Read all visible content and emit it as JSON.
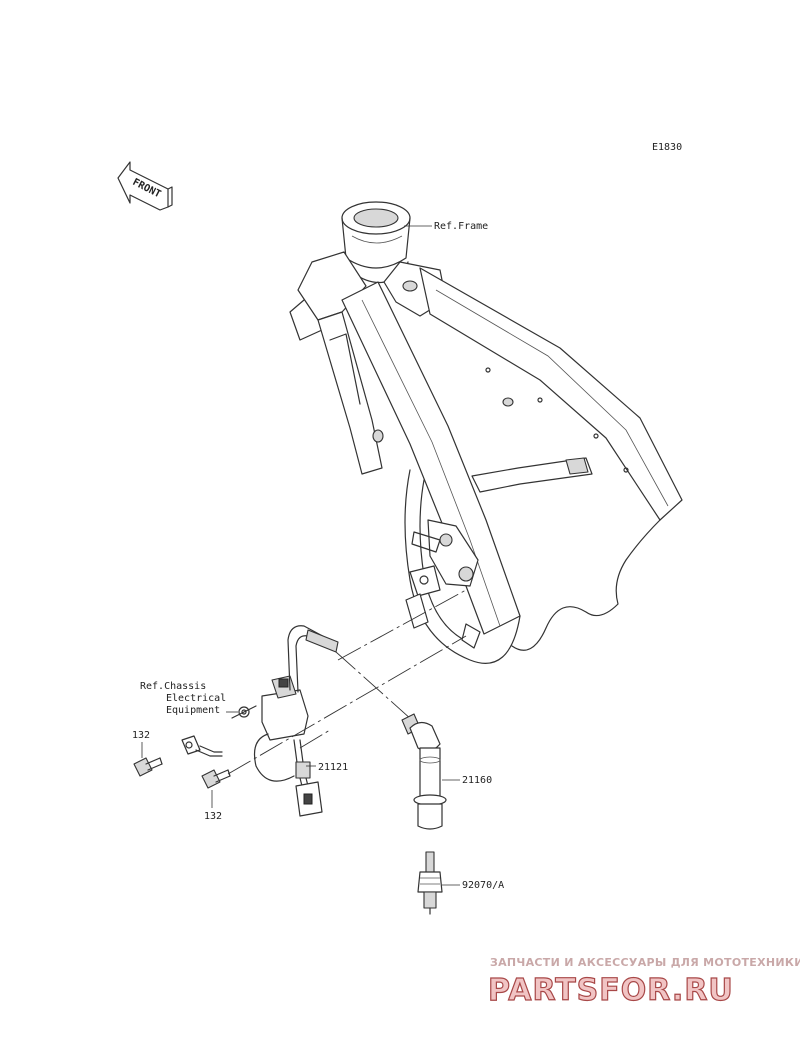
{
  "diagram": {
    "code": "E1830",
    "front_label": "FRONT",
    "labels": {
      "ref_frame": "Ref.Frame",
      "ref_chassis_1": "Ref.Chassis",
      "ref_chassis_2": "Electrical",
      "ref_chassis_3": "Equipment",
      "part_132_a": "132",
      "part_132_b": "132",
      "part_21121": "21121",
      "part_21160": "21160",
      "part_92070": "92070/A"
    }
  },
  "watermark": {
    "tagline": "ЗАПЧАСТИ И АКСЕССУАРЫ ДЛЯ МОТОТЕХНИКИ",
    "logo": "PARTSFOR.RU"
  },
  "colors": {
    "line": "#333333",
    "watermark_fill": "#f1c4c4",
    "watermark_stroke": "#a84848"
  }
}
